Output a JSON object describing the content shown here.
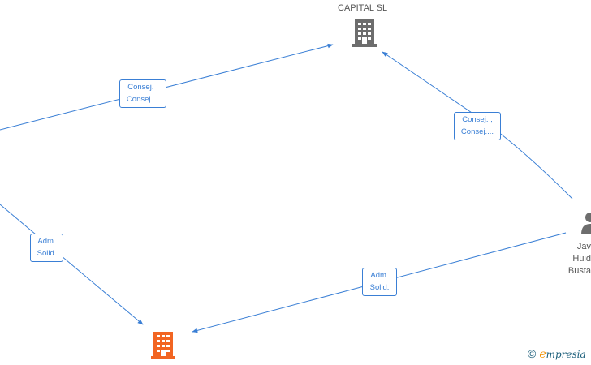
{
  "nodes": {
    "capital_company": {
      "label": "CAPITAL  SL",
      "color": "#6d6d6d"
    },
    "target_company": {
      "label": "",
      "color": "#f26522"
    },
    "person": {
      "name_lines": [
        "Jav",
        "Huid",
        "Busta"
      ],
      "color": "#6d6d6d"
    }
  },
  "edges": {
    "top_left": {
      "line1": "Consej. ,",
      "line2": "Consej...."
    },
    "top_right": {
      "line1": "Consej. ,",
      "line2": "Consej...."
    },
    "bottom_left": {
      "line1": "Adm.",
      "line2": "Solid."
    },
    "bottom_right": {
      "line1": "Adm.",
      "line2": "Solid."
    }
  },
  "colors": {
    "edge": "#3a7fd5"
  },
  "brand": {
    "copyright": "©",
    "first_letter": "e",
    "rest": "mpresia"
  }
}
